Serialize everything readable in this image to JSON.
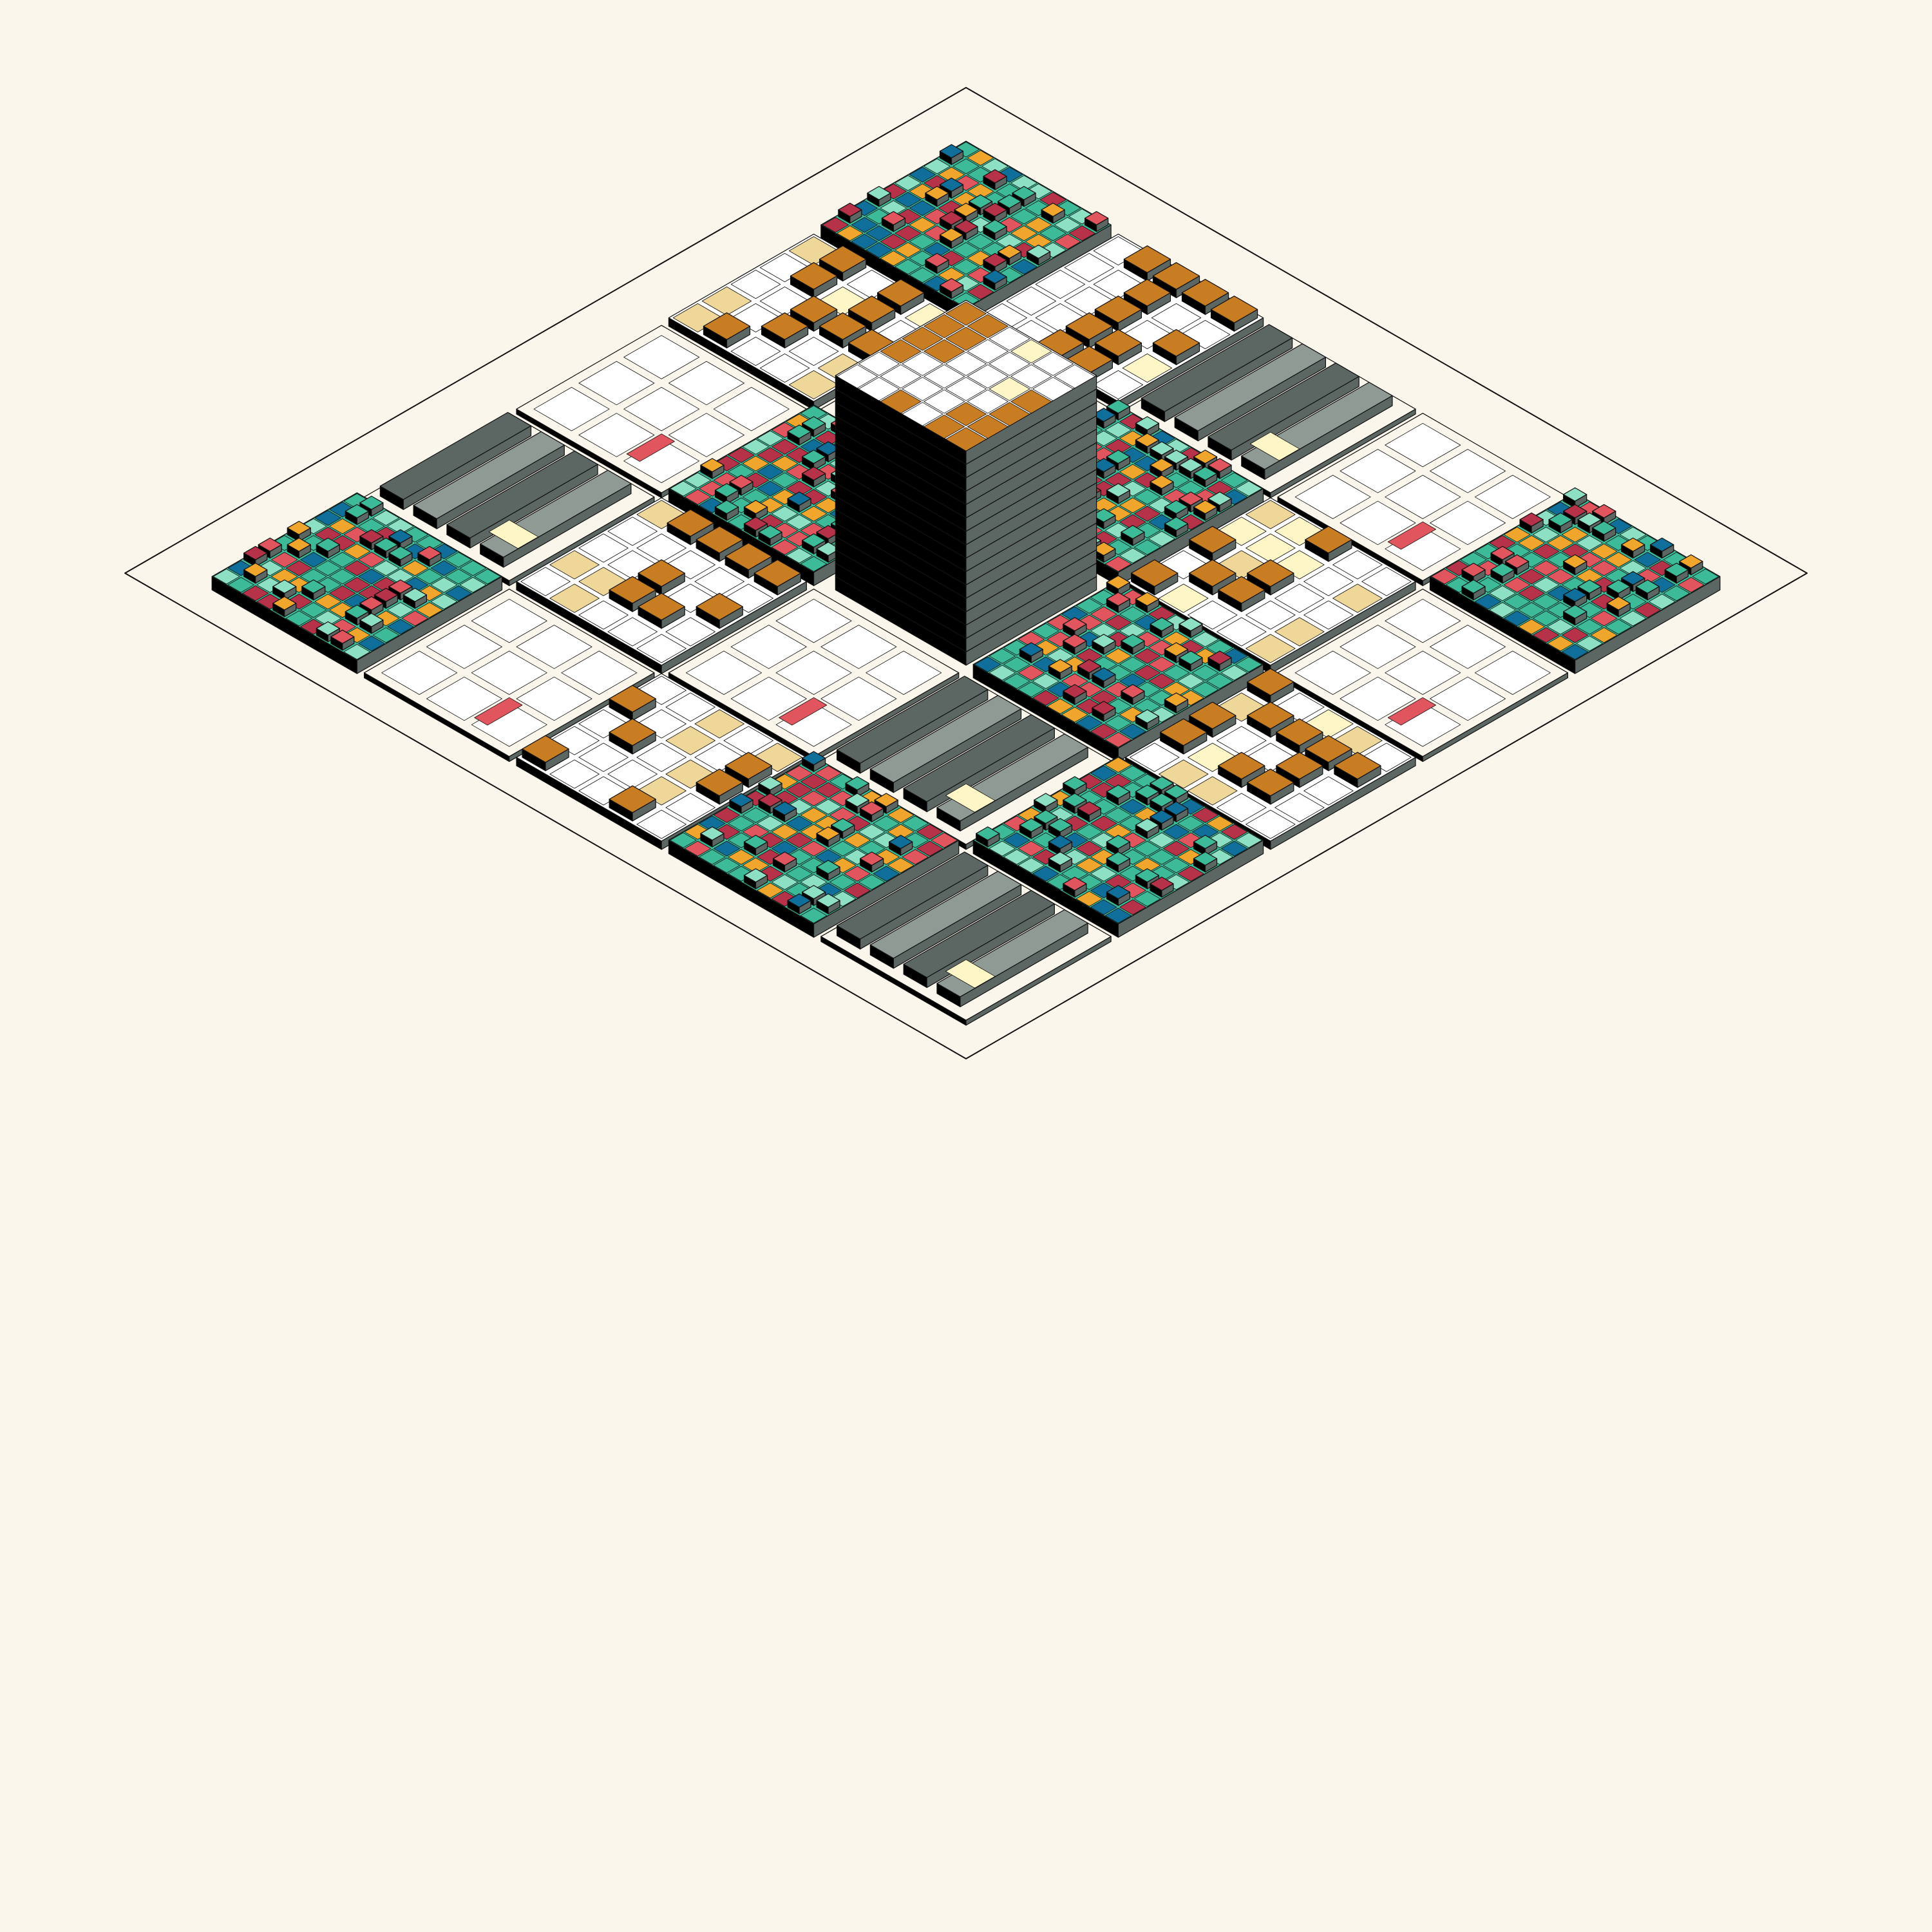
{
  "palette": {
    "background": "#fbf6ec",
    "paper": "#fbf6ec",
    "ink": "#111111",
    "teal": "#3dbb98",
    "mint": "#8ee0c4",
    "blue": "#0f6f9a",
    "red": "#e0555e",
    "crimson": "#b53248",
    "ochre": "#c97d22",
    "amber": "#f0a62c",
    "cream": "#fff6c8",
    "sand": "#efd79a",
    "slate": "#5c6663",
    "slate_light": "#8f9a95",
    "black": "#000000",
    "white": "#ffffff"
  },
  "icons": [
    "isometric-block-icon"
  ],
  "block_types": [
    "machine-grid",
    "ochre-tiles",
    "window-panes",
    "slate-rails",
    "tower"
  ]
}
